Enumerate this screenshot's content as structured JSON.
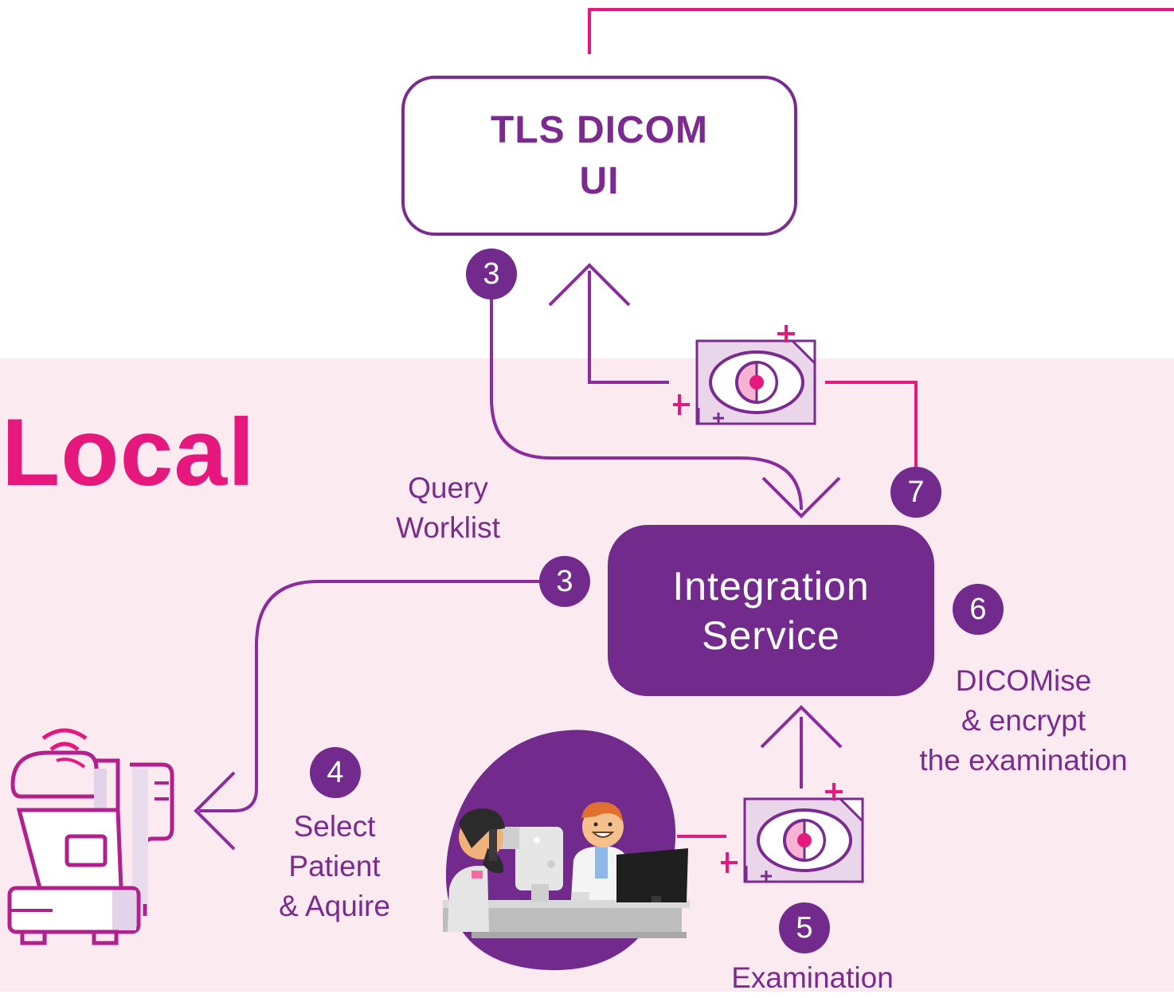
{
  "zone": {
    "title": "Local"
  },
  "nodes": {
    "tls": {
      "line1": "TLS DICOM",
      "line2": "UI"
    },
    "integration": {
      "line1": "Integration",
      "line2": "Service"
    }
  },
  "labels": {
    "query": {
      "line1": "Query",
      "line2": "Worklist"
    },
    "select": {
      "line1": "Select",
      "line2": "Patient",
      "line3": "& Aquire"
    },
    "dicomise": {
      "line1": "DICOMise",
      "line2": "& encrypt",
      "line3": "the examination"
    },
    "examination": {
      "line1": "Examination"
    }
  },
  "badges": {
    "query_top": "3",
    "query_left": "3",
    "select": "4",
    "examination": "5",
    "dicomise": "6",
    "upload": "7"
  },
  "icons": {
    "exam_top": "eye-scan-document-icon",
    "exam_bottom": "eye-scan-document-icon",
    "device": "ophthalmic-device-icon",
    "scene": "eye-exam-scene-illustration"
  },
  "colors": {
    "purple": "#722b8d",
    "magenta": "#e6177d",
    "local_background": "#fceaf1",
    "line_purple": "#8a2c9d"
  }
}
